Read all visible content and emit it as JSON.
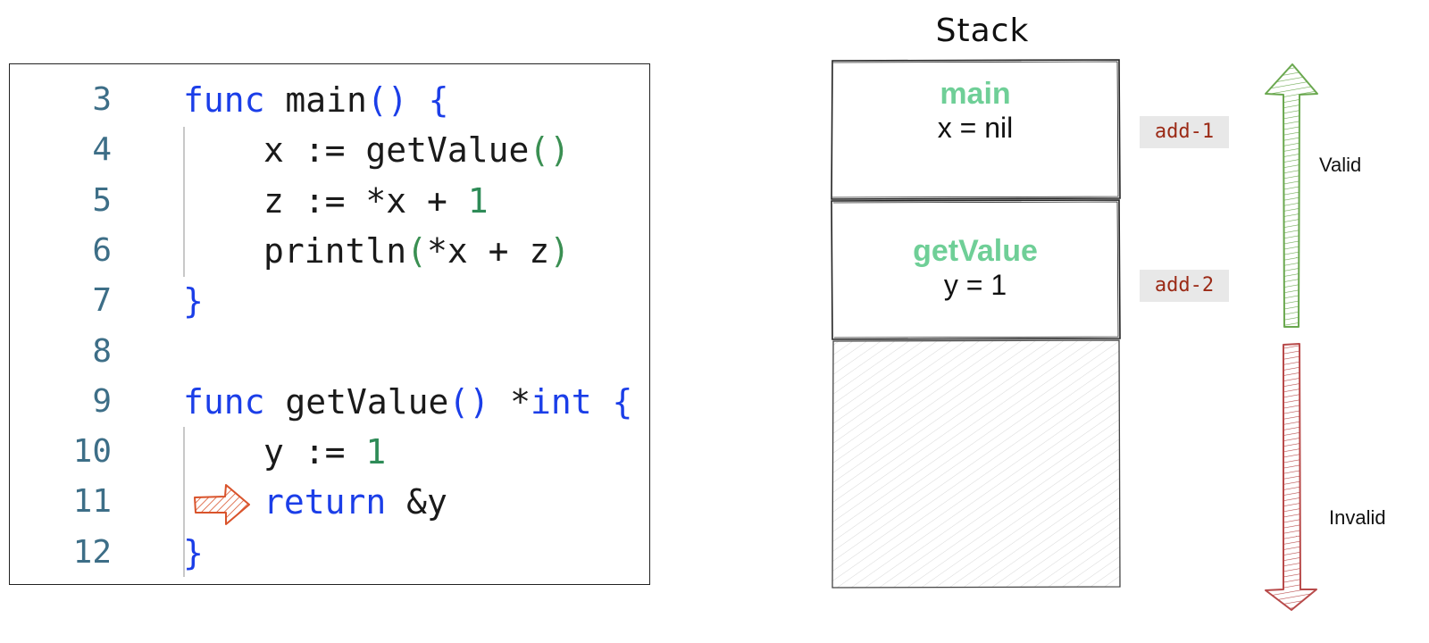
{
  "code": {
    "lines": [
      {
        "no": "3",
        "tokens": [
          {
            "t": "func",
            "c": "kw"
          },
          {
            "t": " main",
            "c": ""
          },
          {
            "t": "()",
            "c": "br"
          },
          {
            "t": " ",
            "c": ""
          },
          {
            "t": "{",
            "c": "br"
          }
        ]
      },
      {
        "no": "4",
        "tokens": [
          {
            "t": "x := getValue",
            "c": ""
          },
          {
            "t": "()",
            "c": "pr"
          }
        ]
      },
      {
        "no": "5",
        "tokens": [
          {
            "t": "z := *x + ",
            "c": ""
          },
          {
            "t": "1",
            "c": "num"
          }
        ]
      },
      {
        "no": "6",
        "tokens": [
          {
            "t": "println",
            "c": ""
          },
          {
            "t": "(",
            "c": "pr"
          },
          {
            "t": "*x + z",
            "c": ""
          },
          {
            "t": ")",
            "c": "pr"
          }
        ]
      },
      {
        "no": "7",
        "tokens": [
          {
            "t": "}",
            "c": "br"
          }
        ]
      },
      {
        "no": "8",
        "tokens": []
      },
      {
        "no": "9",
        "tokens": [
          {
            "t": "func",
            "c": "kw"
          },
          {
            "t": " getValue",
            "c": ""
          },
          {
            "t": "()",
            "c": "br"
          },
          {
            "t": " *",
            "c": ""
          },
          {
            "t": "int",
            "c": "kw"
          },
          {
            "t": " ",
            "c": ""
          },
          {
            "t": "{",
            "c": "br"
          }
        ]
      },
      {
        "no": "10",
        "tokens": [
          {
            "t": "y := ",
            "c": ""
          },
          {
            "t": "1",
            "c": "num"
          }
        ]
      },
      {
        "no": "11",
        "tokens": [
          {
            "t": "return",
            "c": "kw"
          },
          {
            "t": " &y",
            "c": ""
          }
        ]
      },
      {
        "no": "12",
        "tokens": [
          {
            "t": "}",
            "c": "br"
          }
        ]
      }
    ],
    "colors": {
      "keyword": "#1b3ee8",
      "paren": "#3a8f52",
      "number": "#2e8b57",
      "line_number": "#3d6e87",
      "arrow": "#d9532b"
    },
    "current_line_marker": "arrow-right-icon",
    "current_line": "11"
  },
  "stack": {
    "title": "Stack",
    "frames": [
      {
        "name": "main",
        "var": "x = nil",
        "address": "add-1"
      },
      {
        "name": "getValue",
        "var": "y = 1",
        "address": "add-2"
      }
    ],
    "colors": {
      "frame_name": "#6fcf97",
      "address_text": "#9b2a16",
      "address_bg": "#e8e8e8"
    }
  },
  "indicators": {
    "valid": {
      "label": "Valid",
      "color": "#6aa84f",
      "icon": "arrow-up-icon"
    },
    "invalid": {
      "label": "Invalid",
      "color": "#b84a4a",
      "icon": "arrow-down-icon"
    }
  }
}
